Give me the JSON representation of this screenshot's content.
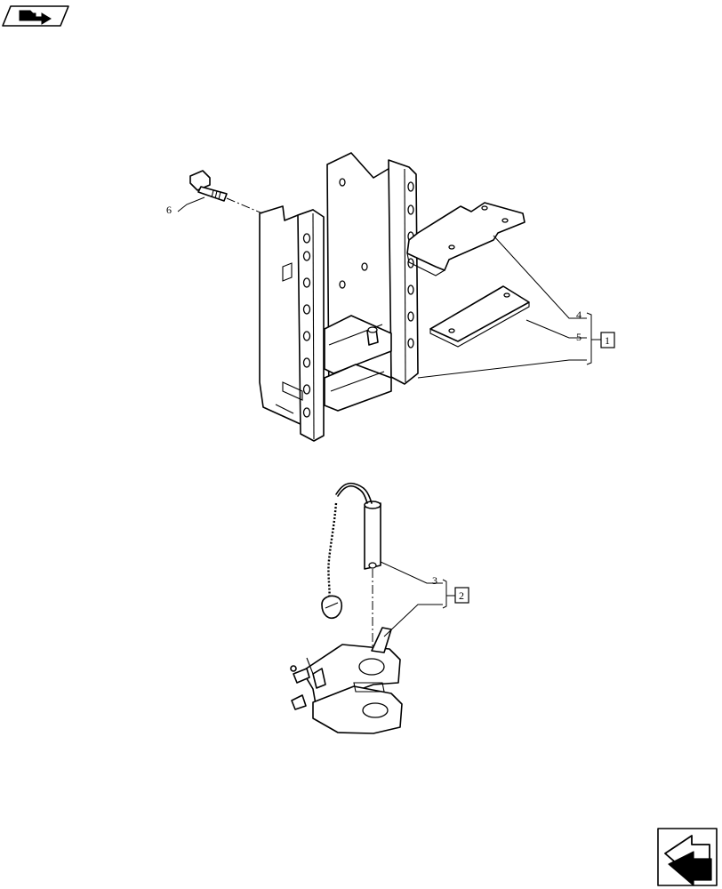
{
  "callouts": {
    "item_3": "3",
    "item_4": "4",
    "item_5": "5",
    "item_6": "6"
  },
  "groups": {
    "group_1": "1",
    "group_2": "2"
  },
  "icons": {
    "top_left": "folder-arrow-icon",
    "bottom_right": "next-page-arrow-icon"
  },
  "colors": {
    "line": "#000000",
    "background": "#ffffff"
  }
}
